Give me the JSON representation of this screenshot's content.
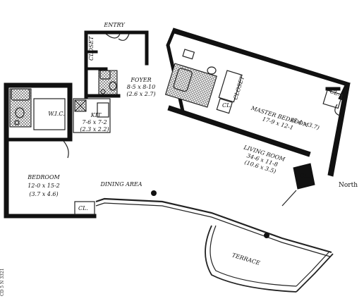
{
  "plan": {
    "entry": "ENTRY",
    "closet": "CLOSET",
    "foyer": {
      "name": "FOYER",
      "ft": "8-5 x 8-10",
      "m": "(2.6 x 2.7)"
    },
    "wic": "W.I.C.",
    "kitchen": {
      "name": "KIT",
      "ft": "7-6 x 7-2",
      "m": "(2.3 x 2.2)"
    },
    "master_bedroom": {
      "name": "MASTER BEDROOM",
      "ft": "17-9 x 12-1",
      "m": "(5.4 x 3.7)"
    },
    "living_room": {
      "name": "LIVING ROOM",
      "ft": "34-6 x 11-8",
      "m": "(10.6 x 3.5)"
    },
    "bedroom": {
      "name": "BEDROOM",
      "ft": "12-0 x 15-2",
      "m": "(3.7 x 4.6)"
    },
    "dining": "DINING AREA",
    "terrace": "TERRACE",
    "cl": "CL.",
    "north": "North",
    "margin_note": "CD 5 N 3321"
  },
  "colors": {
    "ink": "#111111",
    "paper": "#ffffff"
  }
}
